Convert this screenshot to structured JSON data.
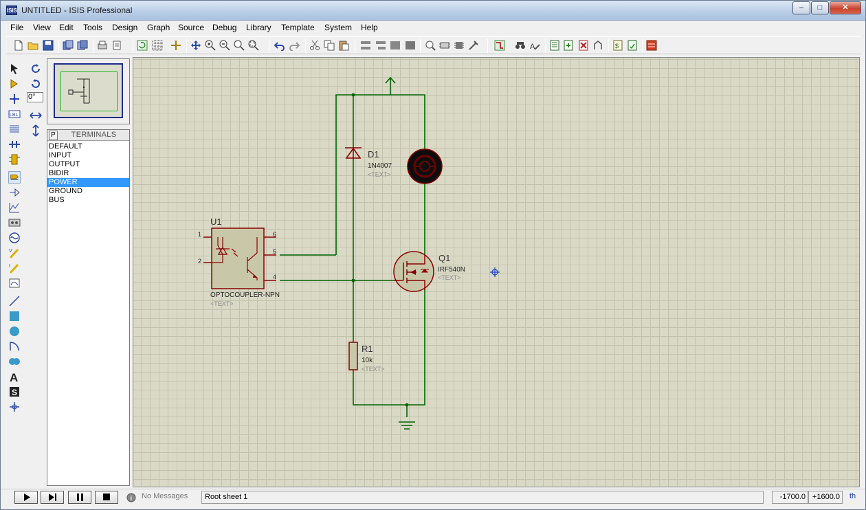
{
  "window": {
    "title": "UNTITLED - ISIS Professional",
    "app_badge": "ISIS"
  },
  "window_controls": {
    "minimize": "–",
    "maximize": "□",
    "close": "✕"
  },
  "menu": [
    "File",
    "View",
    "Edit",
    "Tools",
    "Design",
    "Graph",
    "Source",
    "Debug",
    "Library",
    "Template",
    "System",
    "Help"
  ],
  "rotation": {
    "value": "0°"
  },
  "terminals_panel": {
    "toggle": "P",
    "title": "TERMINALS",
    "items": [
      "DEFAULT",
      "INPUT",
      "OUTPUT",
      "BIDIR",
      "POWER",
      "GROUND",
      "BUS"
    ],
    "selected": "POWER"
  },
  "schematic": {
    "u1": {
      "ref": "U1",
      "value": "OPTOCOUPLER-NPN",
      "text": "<TEXT>",
      "pins": [
        "1",
        "2",
        "6",
        "5",
        "4"
      ]
    },
    "d1": {
      "ref": "D1",
      "value": "1N4007",
      "text": "<TEXT>"
    },
    "q1": {
      "ref": "Q1",
      "value": "IRF540N",
      "text": "<TEXT>"
    },
    "r1": {
      "ref": "R1",
      "value": "10k",
      "text": "<TEXT>"
    },
    "wire_color": "#006400",
    "component_color": "#8b0000"
  },
  "status": {
    "messages": "No Messages",
    "sheet": "Root sheet 1",
    "coord_x": "-1700.0",
    "coord_y": "+1600.0",
    "units": "th"
  }
}
